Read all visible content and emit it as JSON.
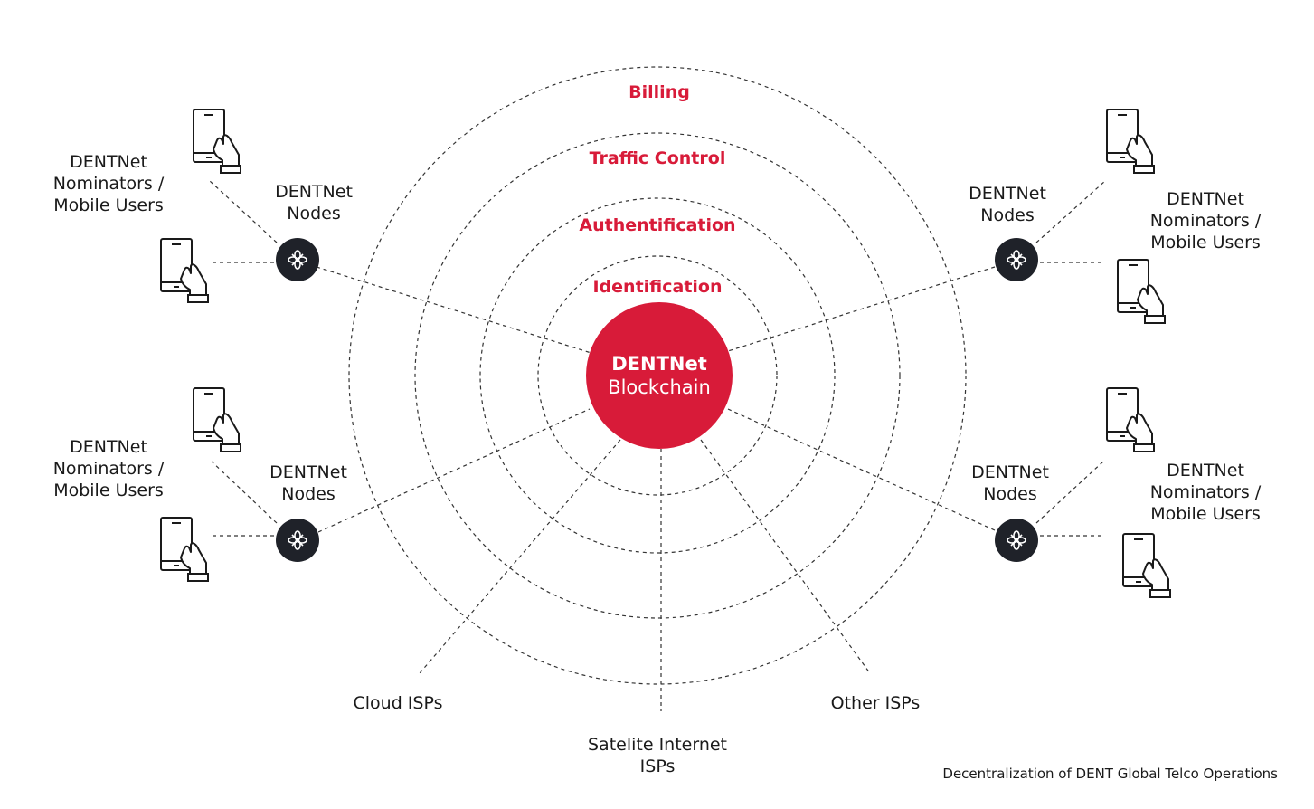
{
  "center": {
    "title": "DENTNet",
    "subtitle": "Blockchain"
  },
  "rings": [
    "Identification",
    "Authentification",
    "Traffic Control",
    "Billing"
  ],
  "nodes": {
    "top_left": "DENTNet\nNodes",
    "bottom_left": "DENTNet\nNodes",
    "top_right": "DENTNet\nNodes",
    "bottom_right": "DENTNet\nNodes"
  },
  "users": {
    "top_left": "DENTNet\nNominators /\nMobile Users",
    "bottom_left": "DENTNet\nNominators /\nMobile Users",
    "top_right": "DENTNet\nNominators /\nMobile Users",
    "bottom_right": "DENTNet\nNominators /\nMobile Users"
  },
  "isps": {
    "cloud": "Cloud ISPs",
    "satellite": "Satelite Internet\nISPs",
    "other": "Other ISPs"
  },
  "caption": "Decentralization of DENT Global Telco Operations",
  "colors": {
    "accent": "#d81b39",
    "node": "#1f2229",
    "line": "#333333"
  },
  "icons": {
    "node": "dent-node-icon",
    "user": "phone-hand-icon"
  }
}
